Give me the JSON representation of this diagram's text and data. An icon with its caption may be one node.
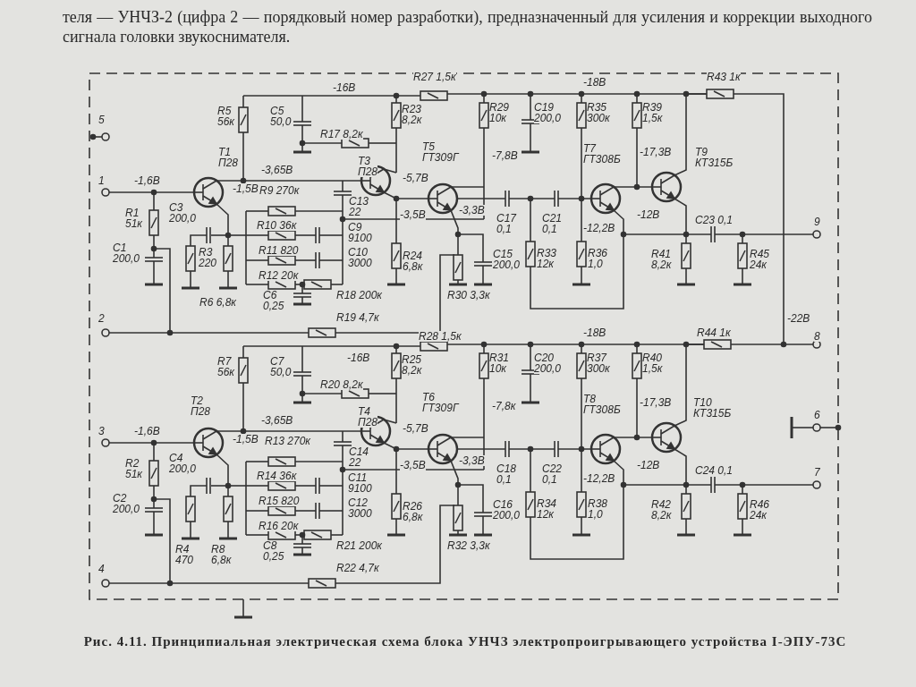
{
  "diagram": {
    "caption": "Рис. 4.11. Принципиальная электрическая схема блока УНЧЗ электропроигрывающего устройства I-ЭПУ-73С",
    "labels": [
      "теля — УНЧЗ-2 (цифра 2 — порядковый номер разработки), предназначенный для усиления и коррекции выходного сигнала головки звукоснимателя.",
      "-16В",
      "R27 1,5к",
      "-18В",
      "R43 1к",
      "5",
      "R5 56к",
      "C5 50,0",
      "R17 8,2к",
      "R23 8,2к",
      "R29 10к",
      "C19 200,0",
      "R35 300к",
      "R39 1,5к",
      "T1 П28",
      "T3 П28",
      "T5 ГТ309Г",
      "-7,8В",
      "T7 ГТ308Б",
      "-17,3В",
      "T9 КТ315Б",
      "-3,65В",
      "1",
      "-1,6В",
      "-1,5В",
      "R9 270к",
      "-5,7В",
      "C13 22",
      "C17 0,1",
      "C21 0,1",
      "-3,5В",
      "-3,3В",
      "R1 51к",
      "C3 200,0",
      "R10 36к",
      "C9 9100",
      "-12,2В",
      "-12В",
      "C23 0,1",
      "9",
      "C1 200,0",
      "R3 220",
      "R11 820",
      "C10 3000",
      "R24 6,8к",
      "C15 200,0",
      "R33 12к",
      "R36 1,0",
      "R41 8,2к",
      "R45 24к",
      "R12 20к",
      "R6 6,8к",
      "C6 0,25",
      "R18 200к",
      "R30 3,3к",
      "2",
      "R19 4,7к",
      "-22В",
      "R28 1,5к",
      "-18В",
      "R44 1к",
      "8",
      "R7 56к",
      "C7 50,0",
      "-16В",
      "R20 8,2к",
      "R25 8,2к",
      "R31 10к",
      "C20 200,0",
      "R37 300к",
      "R40 1,5к",
      "T2 П28",
      "-3,65В",
      "T4 П28",
      "T6 ГТ309Г",
      "-7,8к",
      "T8 ГТ308Б",
      "-17,3В",
      "T10 КТ315Б",
      "6",
      "3",
      "-1,6В",
      "-1,5В",
      "R13 270к",
      "-5,7В",
      "C14 22",
      "C18 0,1",
      "C22 0,1",
      "-3,5В",
      "-3,3В",
      "R2 51к",
      "C4 200,0",
      "R14 36к",
      "C11 9100",
      "-12,2В",
      "-12В",
      "C24 0,1",
      "7",
      "C2 200,0",
      "R15 820",
      "C12 3000",
      "R26 6,8к",
      "C16 200,0",
      "R34 12к",
      "R38 1,0",
      "R42 8,2к",
      "R46 24к",
      "R16 20к",
      "R4 470",
      "R8 6,8к",
      "C8 0,25",
      "R21 200к",
      "R32 3,3к",
      "4",
      "R22 4,7к"
    ]
  }
}
